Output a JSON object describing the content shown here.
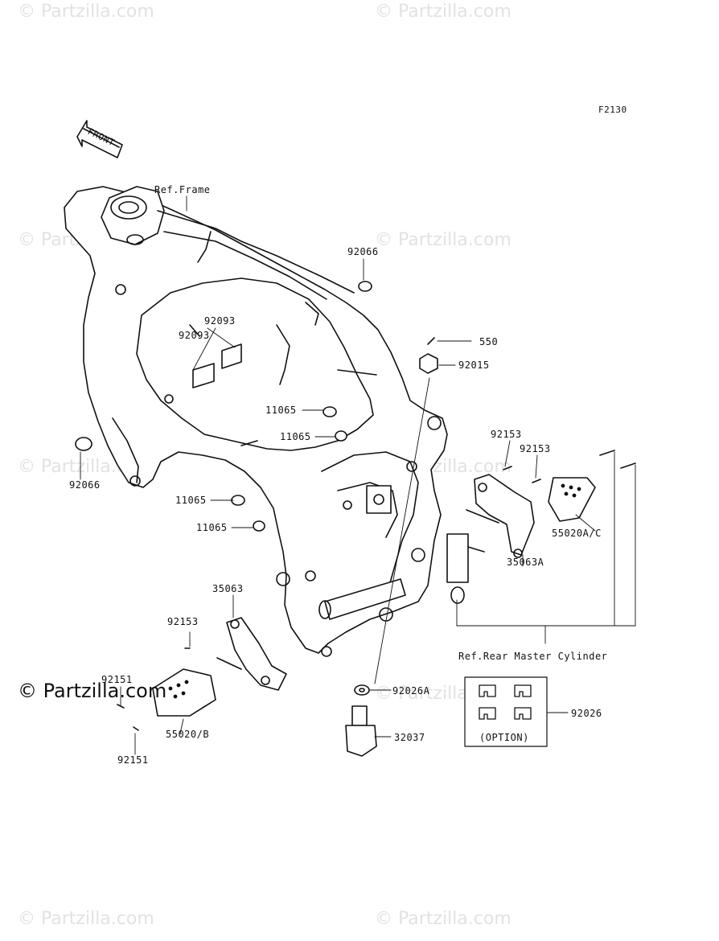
{
  "diagram_code": "F2130",
  "watermark_text": "© Partzilla.com",
  "watermark_main": "© Partzilla.com",
  "front_arrow": "FRONT",
  "ref_frame": "Ref.Frame",
  "ref_rear_master_cylinder": "Ref.Rear Master Cylinder",
  "option_label": "(OPTION)",
  "parts": {
    "p92066_top": "92066",
    "p92093_a": "92093",
    "p92093_b": "92093",
    "p550": "550",
    "p92015": "92015",
    "p11065_a": "11065",
    "p11065_b": "11065",
    "p92066_left": "92066",
    "p92153_a": "92153",
    "p92153_b": "92153",
    "p11065_c": "11065",
    "p11065_d": "11065",
    "p55020ac": "55020A/C",
    "p35063a": "35063A",
    "p35063": "35063",
    "p92153_c": "92153",
    "p92151_a": "92151",
    "p92026a": "92026A",
    "p92026": "92026",
    "p55020b": "55020/B",
    "p32037": "32037",
    "p92151_b": "92151"
  }
}
